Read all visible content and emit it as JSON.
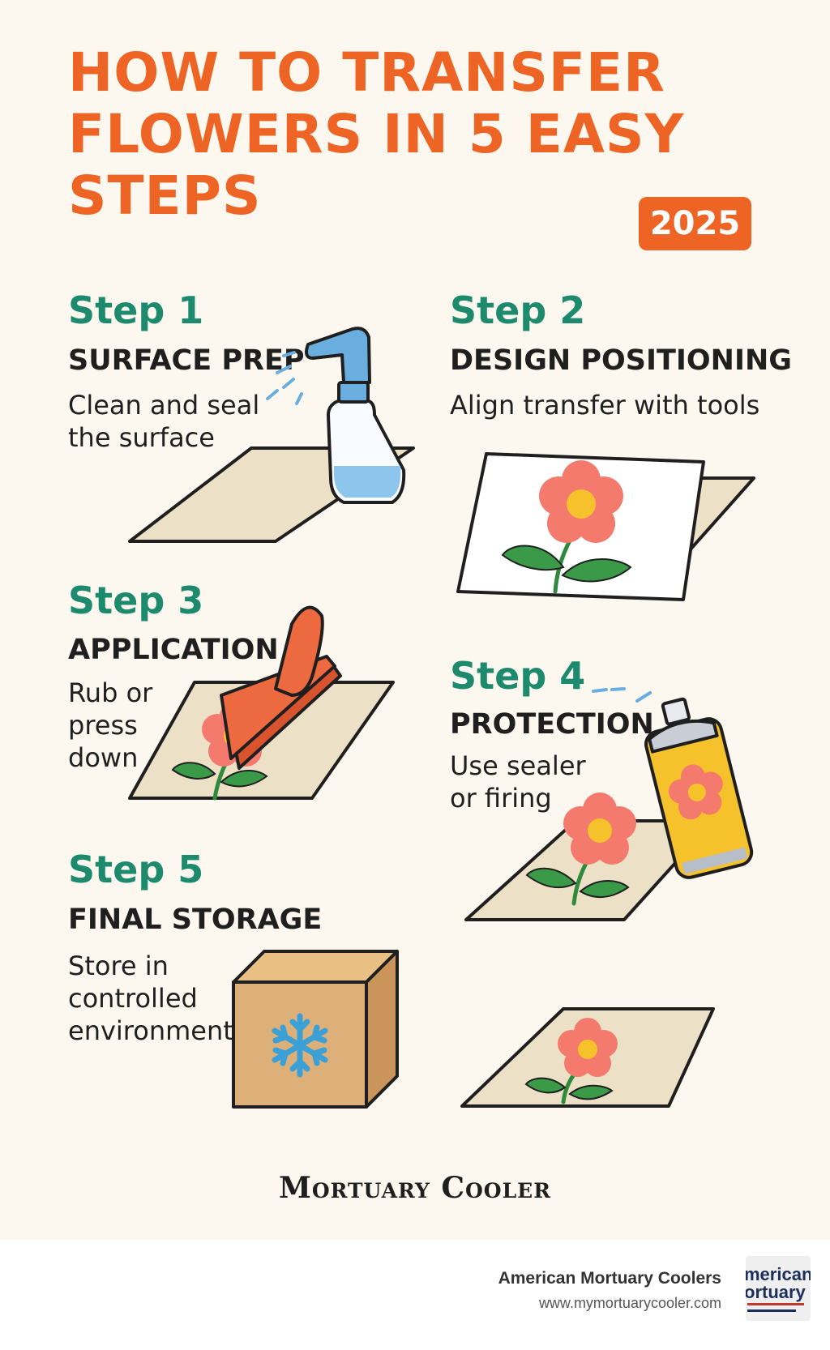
{
  "header": {
    "title_lines": [
      "HOW TO TRANSFER",
      "FLOWERS IN 5 EASY",
      "STEPS"
    ],
    "year_badge": "2025"
  },
  "steps": [
    {
      "number": "Step 1",
      "title": "SURFACE PREP",
      "description": [
        "Clean and seal",
        "the surface"
      ],
      "icon": "spray-bottle-icon"
    },
    {
      "number": "Step 2",
      "title": "DESIGN POSITIONING",
      "description": [
        "Align transfer with tools"
      ],
      "icon": "flower-transfer-sheet-icon"
    },
    {
      "number": "Step 3",
      "title": "APPLICATION",
      "description": [
        "Rub or",
        "press",
        "down"
      ],
      "icon": "squeegee-icon"
    },
    {
      "number": "Step 4",
      "title": "PROTECTION",
      "description": [
        "Use sealer",
        "or firing"
      ],
      "icon": "spray-can-icon"
    },
    {
      "number": "Step 5",
      "title": "FINAL STORAGE",
      "description": [
        "Store in",
        "controlled",
        "environment"
      ],
      "icon": "cooler-box-icon"
    }
  ],
  "brand": "Mortuary Cooler",
  "footer": {
    "company": "American Mortuary Coolers",
    "url": "www.mymortuarycooler.com",
    "logo_text": [
      "merican",
      "ortuary"
    ]
  },
  "colors": {
    "accent": "#ee6424",
    "step_number": "#1d8a6e",
    "background": "#fcf8f0",
    "text": "#1f1f1f"
  }
}
